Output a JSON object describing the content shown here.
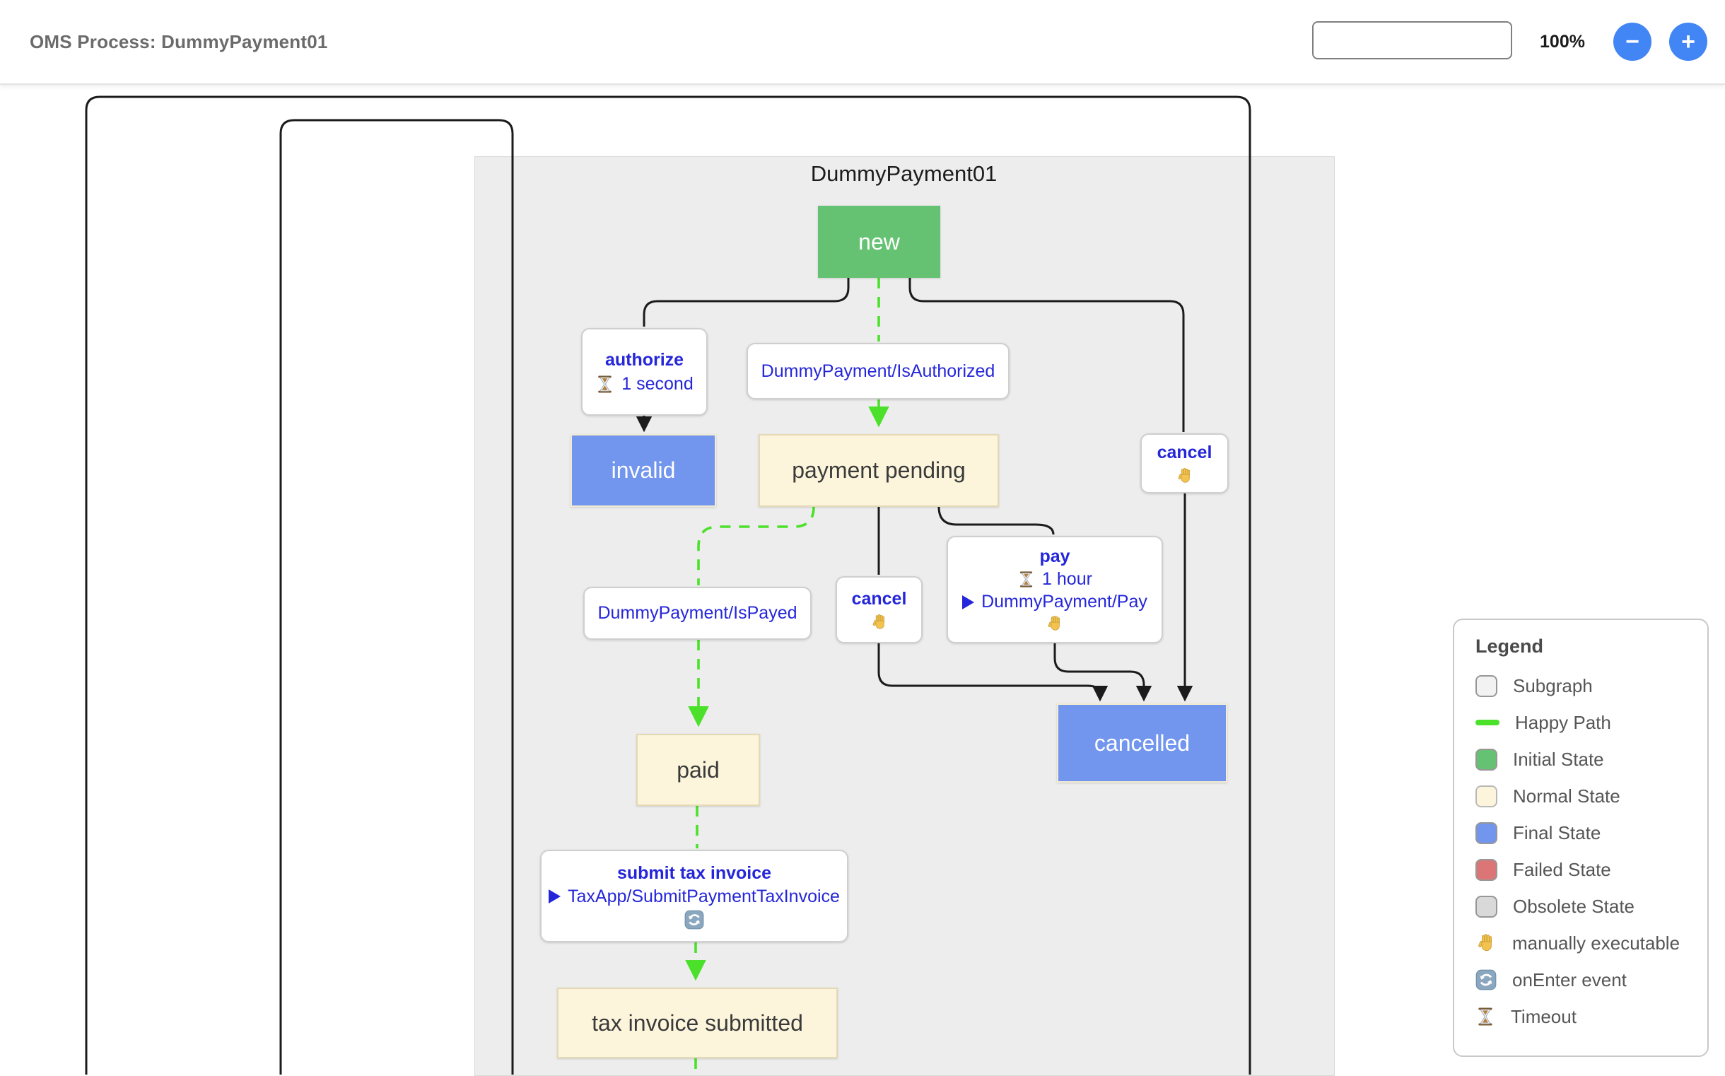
{
  "header": {
    "title": "OMS Process: DummyPayment01",
    "zoom_input_value": "",
    "zoom_percent": "100%",
    "minus_label": "−",
    "plus_label": "+"
  },
  "diagram": {
    "subgraph_title": "DummyPayment01",
    "nodes": {
      "new": {
        "label": "new",
        "type": "initial"
      },
      "invalid": {
        "label": "invalid",
        "type": "final"
      },
      "payment_pending": {
        "label": "payment pending",
        "type": "normal"
      },
      "paid": {
        "label": "paid",
        "type": "normal"
      },
      "cancelled": {
        "label": "cancelled",
        "type": "final"
      },
      "tax_invoice_submitted": {
        "label": "tax invoice submitted",
        "type": "normal"
      }
    },
    "transitions": {
      "authorize": {
        "title": "authorize",
        "timeout": "1 second",
        "icons": [
          "hourglass-icon"
        ]
      },
      "is_authorized": {
        "label": "DummyPayment/IsAuthorized"
      },
      "cancel_from_new": {
        "title": "cancel",
        "icons": [
          "hand-icon"
        ]
      },
      "cancel_from_payment_pending": {
        "title": "cancel",
        "icons": [
          "hand-icon"
        ]
      },
      "is_payed": {
        "label": "DummyPayment/IsPayed"
      },
      "pay": {
        "title": "pay",
        "timeout": "1 hour",
        "action": "DummyPayment/Pay",
        "icons": [
          "hourglass-icon",
          "action-arrow-icon",
          "hand-icon"
        ]
      },
      "submit_tax_invoice": {
        "title": "submit tax invoice",
        "action": "TaxApp/SubmitPaymentTaxInvoice",
        "icons": [
          "action-arrow-icon",
          "onenter-icon"
        ]
      }
    },
    "icon_glyphs": {
      "hourglass-icon": "⌛",
      "hand-icon": "✋",
      "onenter-icon": "🔄",
      "action-arrow-icon": "➤"
    },
    "colors": {
      "initial_state": "#66c273",
      "normal_state": "#fcf5dc",
      "final_state": "#7295ee",
      "failed_state": "#dc7676",
      "obsolete_state": "#d9d9d9",
      "subgraph": "#ededed",
      "happy_path": "#4be12a",
      "edge": "#1b1b1b",
      "transition_text": "#2526d9",
      "accent_button": "#4285f4"
    }
  },
  "legend": {
    "title": "Legend",
    "items": [
      {
        "label": "Subgraph",
        "swatch": "subgraph"
      },
      {
        "label": "Happy Path",
        "swatch": "line"
      },
      {
        "label": "Initial State",
        "swatch": "initial"
      },
      {
        "label": "Normal State",
        "swatch": "normal"
      },
      {
        "label": "Final State",
        "swatch": "final"
      },
      {
        "label": "Failed State",
        "swatch": "failed"
      },
      {
        "label": "Obsolete State",
        "swatch": "obsolete"
      },
      {
        "label": "manually executable",
        "swatch": "hand-icon"
      },
      {
        "label": "onEnter event",
        "swatch": "onenter-icon"
      },
      {
        "label": "Timeout",
        "swatch": "hourglass-icon"
      }
    ]
  }
}
